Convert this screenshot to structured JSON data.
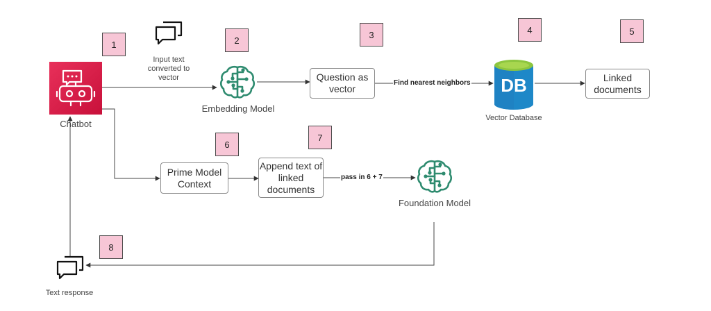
{
  "nodes": {
    "chatbot": "Chatbot",
    "input_text": "Input text converted to vector",
    "embedding_model": "Embedding Model",
    "question_vector": "Question as vector",
    "vector_database": "Vector Database",
    "linked_documents": "Linked documents",
    "prime_context": "Prime Model Context",
    "append_text": "Append text of linked documents",
    "foundation_model": "Foundation Model",
    "text_response": "Text response",
    "db_logo": "DB"
  },
  "edges": {
    "find_neighbors": "Find nearest neighbors",
    "pass_in": "pass in 6 + 7"
  },
  "steps": [
    "1",
    "2",
    "3",
    "4",
    "5",
    "6",
    "7",
    "8"
  ],
  "colors": {
    "chatbot": "#d6204a",
    "brain": "#2e8b6f",
    "db_top": "#8dc63f",
    "db_body": "#1e88c8",
    "step_badge": "#f7c6d6"
  },
  "icons": {
    "chat": "chat-bubbles-icon",
    "brain": "brain-circuit-icon",
    "db": "database-icon",
    "bot": "robot-icon"
  }
}
